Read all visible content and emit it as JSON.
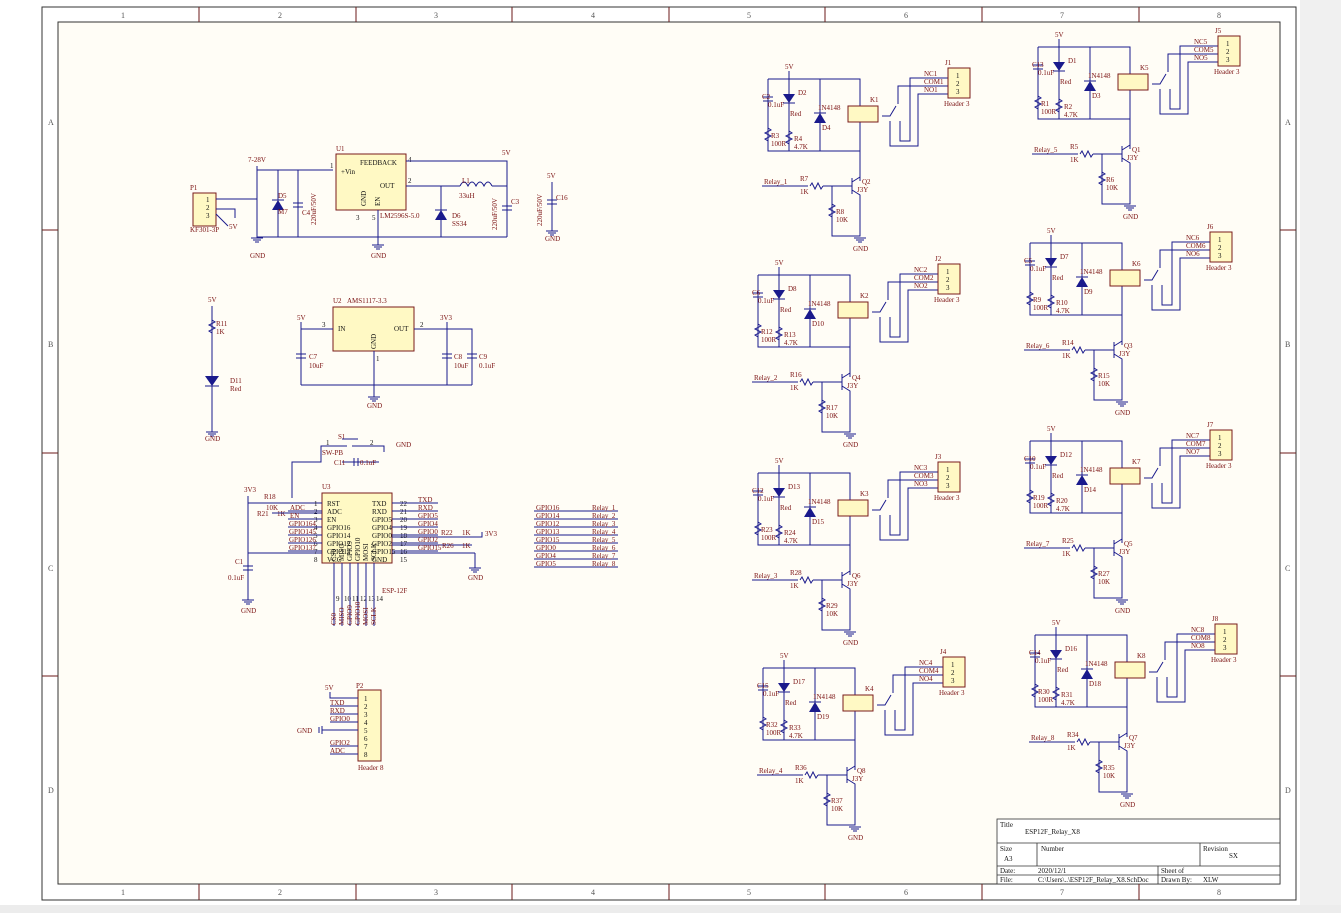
{
  "columns": [
    "1",
    "2",
    "3",
    "4",
    "5",
    "6",
    "7",
    "8"
  ],
  "rows": [
    "A",
    "B",
    "C",
    "D"
  ],
  "net": {
    "gnd": "GND",
    "v5": "5V",
    "v33": "3V3",
    "v728": "7-28V",
    "gpio": [
      "GPIO16",
      "GPIO14",
      "GPIO12",
      "GPIO13",
      "GPIO15",
      "GPIO0",
      "GPIO4",
      "GPIO5"
    ],
    "relay": [
      "Relay_1",
      "Relay_2",
      "Relay_3",
      "Relay_4",
      "Relay_5",
      "Relay_6",
      "Relay_7",
      "Relay_8"
    ]
  },
  "psu": {
    "p1": "P1",
    "p1_part": "KF301-3P",
    "p1_pins": [
      "1",
      "2",
      "3"
    ],
    "d5": "D5",
    "d5_val": "M7",
    "c4": "C4",
    "c4_val": "220uF/50V",
    "u1": "U1",
    "u1_part": "LM2596S-5.0",
    "u1_pins": {
      "feedback": "FEEDBACK",
      "vin": "+Vin",
      "out": "OUT",
      "gnd": "GND",
      "en": "EN",
      "n1": "1",
      "n2": "2",
      "n3": "3",
      "n4": "4",
      "n5": "5"
    },
    "l1": "L1",
    "l1_val": "33uH",
    "d6": "D6",
    "d6_val": "SS34",
    "c3": "C3",
    "c3_val": "220uF/50V",
    "c16": "C16",
    "c16_val": "220uF/50V"
  },
  "led": {
    "r11": "R11",
    "r11_val": "1K",
    "d11": "D11",
    "d11_val": "Red"
  },
  "ldo": {
    "u2": "U2",
    "u2_part": "AMS1117-3.3",
    "u2_pins": {
      "in": "IN",
      "out": "OUT",
      "gnd": "GND",
      "n1": "1",
      "n2": "2",
      "n3": "3"
    },
    "c7": "C7",
    "c7_val": "10uF",
    "c8": "C8",
    "c8_val": "10uF",
    "c9": "C9",
    "c9_val": "0.1uF"
  },
  "mcu": {
    "s1": "S1",
    "s1_val": "SW-PB",
    "s1_p1": "1",
    "s1_p2": "2",
    "c11": "C11",
    "c11_val": "0.1uF",
    "u3": "U3",
    "u3_part": "ESP-12F",
    "r18": "R18",
    "r18_val": "10K",
    "r21": "R21",
    "r21_val": "1K",
    "c1": "C1",
    "c1_val": "0.1uF",
    "r22": "R22",
    "r22_val": "1K",
    "r26": "R26",
    "r26_val": "1K",
    "left_pins": [
      "RST",
      "ADC",
      "EN",
      "GPIO16",
      "GPIO14",
      "GPIO12",
      "GPIO13",
      "VCC"
    ],
    "left_nums": [
      "1",
      "2",
      "3",
      "4",
      "5",
      "6",
      "7",
      "8"
    ],
    "left_nets": [
      "ADC",
      "EN",
      "GPIO164",
      "GPIO145",
      "GPIO126",
      "GPIO137"
    ],
    "right_pins": [
      "TXD",
      "RXD",
      "GPIO5",
      "GPIO4",
      "GPIO0",
      "GPIO2",
      "GPIO15",
      "GND"
    ],
    "right_nums": [
      "22",
      "21",
      "20",
      "19",
      "18",
      "17",
      "16",
      "15"
    ],
    "right_nets": [
      "TXD",
      "RXD",
      "GPIO5",
      "GPIO4",
      "GPIO0",
      "GPIO2",
      "GPIO15"
    ],
    "bottom_pins": [
      "CS0",
      "MISO",
      "GPIO9",
      "GPIO10",
      "MOSI",
      "SCLK"
    ],
    "bottom_nums": [
      "9",
      "10",
      "11",
      "12",
      "13",
      "14"
    ],
    "bottom_nets": [
      "CS0",
      "MISO",
      "GPIO9",
      "GPIO10",
      "MOSI",
      "SCLK"
    ]
  },
  "header8": {
    "ref": "P2",
    "part": "Header 8",
    "pins": [
      "1",
      "2",
      "3",
      "4",
      "5",
      "6",
      "7",
      "8"
    ],
    "nets": [
      "5V",
      "TXD",
      "RXD",
      "GPIO0",
      "",
      "",
      "GPIO2",
      "ADC"
    ]
  },
  "map": {
    "gpio": [
      "GPIO16",
      "GPIO14",
      "GPIO12",
      "GPIO13",
      "GPIO15",
      "GPIO0",
      "GPIO4",
      "GPIO5"
    ],
    "relay": [
      "Relay_1",
      "Relay_2",
      "Relay_3",
      "Relay_4",
      "Relay_5",
      "Relay_6",
      "Relay_7",
      "Relay_8"
    ]
  },
  "relays": [
    {
      "cap": "C2",
      "cap_val": "0.1uF",
      "led": "D2",
      "led_val": "Red",
      "flyback": "D4",
      "flyback_val": "1N4148",
      "r_led": "R3",
      "r_led_val": "100R",
      "r_pull": "R4",
      "r_pull_val": "4.7K",
      "k": "K1",
      "j": "J1",
      "j_part": "Header 3",
      "nc": "NC1",
      "com": "COM1",
      "no": "NO1",
      "q": "Q2",
      "q_val": "J3Y",
      "r_base": "R7",
      "r_base_val": "1K",
      "r_bias": "R8",
      "r_bias_val": "10K",
      "net": "Relay_1"
    },
    {
      "cap": "C6",
      "cap_val": "0.1uF",
      "led": "D8",
      "led_val": "Red",
      "flyback": "D10",
      "flyback_val": "1N4148",
      "r_led": "R12",
      "r_led_val": "100R",
      "r_pull": "R13",
      "r_pull_val": "4.7K",
      "k": "K2",
      "j": "J2",
      "j_part": "Header 3",
      "nc": "NC2",
      "com": "COM2",
      "no": "NO2",
      "q": "Q4",
      "q_val": "J3Y",
      "r_base": "R16",
      "r_base_val": "1K",
      "r_bias": "R17",
      "r_bias_val": "10K",
      "net": "Relay_2"
    },
    {
      "cap": "C12",
      "cap_val": "0.1uF",
      "led": "D13",
      "led_val": "Red",
      "flyback": "D15",
      "flyback_val": "1N4148",
      "r_led": "R23",
      "r_led_val": "100R",
      "r_pull": "R24",
      "r_pull_val": "4.7K",
      "k": "K3",
      "j": "J3",
      "j_part": "Header 3",
      "nc": "NC3",
      "com": "COM3",
      "no": "NO3",
      "q": "Q6",
      "q_val": "J3Y",
      "r_base": "R28",
      "r_base_val": "1K",
      "r_bias": "R29",
      "r_bias_val": "10K",
      "net": "Relay_3"
    },
    {
      "cap": "C15",
      "cap_val": "0.1uF",
      "led": "D17",
      "led_val": "Red",
      "flyback": "D19",
      "flyback_val": "1N4148",
      "r_led": "R32",
      "r_led_val": "100R",
      "r_pull": "R33",
      "r_pull_val": "4.7K",
      "k": "K4",
      "j": "J4",
      "j_part": "Header 3",
      "nc": "NC4",
      "com": "COM4",
      "no": "NO4",
      "q": "Q8",
      "q_val": "J3Y",
      "r_base": "R36",
      "r_base_val": "1K",
      "r_bias": "R37",
      "r_bias_val": "10K",
      "net": "Relay_4"
    },
    {
      "cap": "C13",
      "cap_val": "0.1uF",
      "led": "D1",
      "led_val": "Red",
      "flyback": "D3",
      "flyback_val": "1N4148",
      "r_led": "R1",
      "r_led_val": "100R",
      "r_pull": "R2",
      "r_pull_val": "4.7K",
      "k": "K5",
      "j": "J5",
      "j_part": "Header 3",
      "nc": "NC5",
      "com": "COM5",
      "no": "NO5",
      "q": "Q1",
      "q_val": "J3Y",
      "r_base": "R5",
      "r_base_val": "1K",
      "r_bias": "R6",
      "r_bias_val": "10K",
      "net": "Relay_5"
    },
    {
      "cap": "C5",
      "cap_val": "0.1uF",
      "led": "D7",
      "led_val": "Red",
      "flyback": "D9",
      "flyback_val": "1N4148",
      "r_led": "R9",
      "r_led_val": "100R",
      "r_pull": "R10",
      "r_pull_val": "4.7K",
      "k": "K6",
      "j": "J6",
      "j_part": "Header 3",
      "nc": "NC6",
      "com": "COM6",
      "no": "NO6",
      "q": "Q3",
      "q_val": "J3Y",
      "r_base": "R14",
      "r_base_val": "1K",
      "r_bias": "R15",
      "r_bias_val": "10K",
      "net": "Relay_6"
    },
    {
      "cap": "C10",
      "cap_val": "0.1uF",
      "led": "D12",
      "led_val": "Red",
      "flyback": "D14",
      "flyback_val": "1N4148",
      "r_led": "R19",
      "r_led_val": "100R",
      "r_pull": "R20",
      "r_pull_val": "4.7K",
      "k": "K7",
      "j": "J7",
      "j_part": "Header 3",
      "nc": "NC7",
      "com": "COM7",
      "no": "NO7",
      "q": "Q5",
      "q_val": "J3Y",
      "r_base": "R25",
      "r_base_val": "1K",
      "r_bias": "R27",
      "r_bias_val": "10K",
      "net": "Relay_7"
    },
    {
      "cap": "C14",
      "cap_val": "0.1uF",
      "led": "D16",
      "led_val": "Red",
      "flyback": "D18",
      "flyback_val": "1N4148",
      "r_led": "R30",
      "r_led_val": "100R",
      "r_pull": "R31",
      "r_pull_val": "4.7K",
      "k": "K8",
      "j": "J8",
      "j_part": "Header 3",
      "nc": "NC8",
      "com": "COM8",
      "no": "NO8",
      "q": "Q7",
      "q_val": "J3Y",
      "r_base": "R34",
      "r_base_val": "1K",
      "r_bias": "R35",
      "r_bias_val": "10K",
      "net": "Relay_8"
    }
  ],
  "title_block": {
    "title_label": "Title",
    "title": "ESP12F_Relay_X8",
    "size_label": "Size",
    "size": "A3",
    "number_label": "Number",
    "revision_label": "Revision",
    "revision": "SX",
    "date_label": "Date:",
    "date": "2020/12/1",
    "sheet_label": "Sheet   of",
    "file_label": "File:",
    "file": "C:\\Users\\..\\ESP12F_Relay_X8.SchDoc",
    "drawn_label": "Drawn By:",
    "drawn": "XLW"
  }
}
